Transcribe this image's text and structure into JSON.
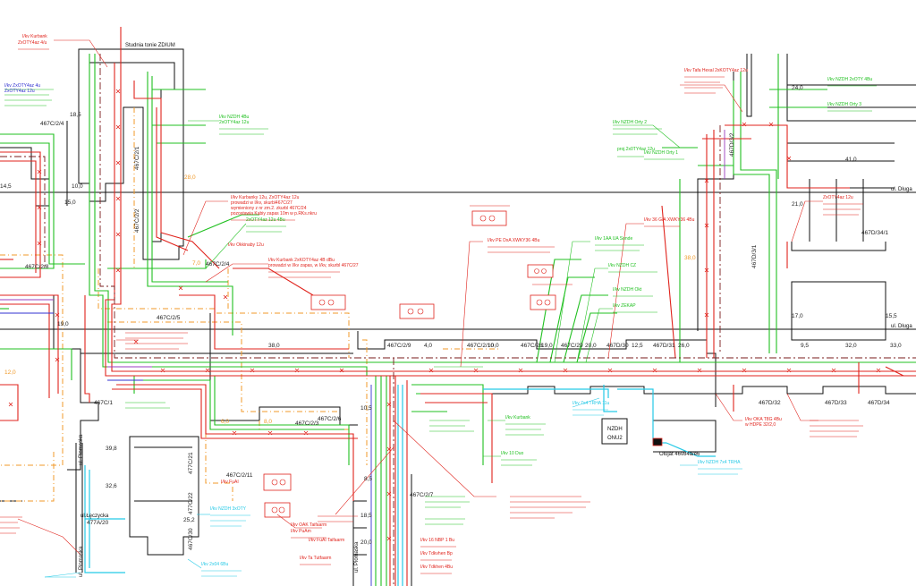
{
  "colors": {
    "network_red": "#e0231c",
    "network_green": "#20c020",
    "network_orange": "#f09a2a",
    "network_cyan": "#25c9e6",
    "network_blue": "#3030d0",
    "network_purple": "#9a3cc0",
    "building": "#111111"
  },
  "streets": {
    "dluga_top": "ul. Długa",
    "dluga_mid": "ul. Długa",
    "leczycka": "ul.Łęczycka",
    "piomazka": "ul. Piomaska"
  },
  "plot_labels": {
    "c204": "467C/2/4",
    "c1": "467C/1",
    "c2": "467C/2",
    "c21": "467C/2/1",
    "c22": "467C/2/2",
    "c23": "467C/2/3",
    "c24": "467C/2/4",
    "c25": "467C/2/5",
    "c26": "467C/2/6",
    "c27": "467C/2/7",
    "c28": "467C/2/8",
    "c29": "467C/2/9",
    "c210": "467C/2/10",
    "c211": "467C/2/11",
    "c30": "467C/30",
    "c29b": "467C/29",
    "c28b": "467C/28",
    "d30": "467D/30",
    "d31": "467D/31",
    "d32": "467D/32",
    "d33": "467D/33",
    "d34": "467D/34",
    "d34_1": "467D/34/1",
    "d3_1": "467D/3/1",
    "d3_2": "467D/3/2",
    "fa20": "477A/20",
    "c21b": "477C/21",
    "c22b": "477C/22"
  },
  "dimensions": {
    "d185": "18,5",
    "d100": "10,0",
    "d150": "15,0",
    "d145": "14,5",
    "d190": "19,0",
    "d380": "38,0",
    "d40": "4,0",
    "d100b": "10,0",
    "d190b": "19,0",
    "d200": "20,0",
    "d125": "12,5",
    "d260": "26,0",
    "d95": "9,5",
    "d320": "32,0",
    "d330": "33,0",
    "d240": "24,0",
    "d410": "41,0",
    "d210": "21,0",
    "d170": "17,0",
    "d155": "15,5",
    "d390": "39,8",
    "d326": "32,6",
    "d252": "25,2",
    "d105": "10,5",
    "d85": "8,5",
    "d185b": "18,5",
    "d200b": "20,0",
    "d280": "28,0",
    "d380b": "38,0",
    "d120": "12,0",
    "d70": "7,0",
    "d80": "8,0",
    "d60": "6,0"
  },
  "building_names": {
    "studnia": "Studnia tonie ZDIUM",
    "nzdh": "NZDH",
    "onu2": "ONU2",
    "obujat": "Olujat 46v84a/e6"
  },
  "annotations_red": [
    "I/kv Kurbank",
    "ZxOTY4az 4/u",
    "I/kv Kurbanky 12u, ZxOTY4az 12u",
    "prowadzi w I/kv, skurbl467C/27",
    "wymieniony z nr zm.2. zkurbl 467C/24",
    "pozostawia Kabiy zapas 10m w p.RKs.nkru",
    "I/kv Kurbank 2xKOTY4az 4B dBu",
    "prowadzi w I/kv zapas, w I/kv, skurbl 467C/27",
    "I/kv PE DxA XWKY36 4Bu",
    "I/kv Tafa Hexal 2xKOTY4az 12u",
    "ZxOTY4az 12u",
    "I/kv 36 G/A XWKY36 4Bu",
    "I/kv OKA T8G 4Bu",
    "w HDPE 32/2,0",
    "I/kv Okkinaby 12u",
    "I/kv FuAI",
    "I/kv OAK Taifaarm",
    "I/kv Ta Tutfaarm",
    "I/kv FuAI Taifaarm",
    "I/kv PuAm",
    "I/kv 16 NBP 1 Bu",
    "I/kv Tdkvhen Bp",
    "I/kv Tdkhen 4Bu"
  ],
  "annotations_green": [
    "I/kv NZDH 4Bu",
    "2xOTY4az 12u",
    "I/kv NZDH 2xOTY 4Bu",
    "I/kv NZDH Orty 3",
    "I/kv NZDH Orty 2",
    "I/kv NZDH Orty 1",
    "proj.2x0TY4az 12u",
    "I/kv 1AA UA Sonde",
    "I/kv NZDH CZ",
    "I/kv NZDH Okt",
    "I/kv ZEKAP",
    "I/kv Kurbank",
    "I/kv 10 Duo",
    "2xOTY4az 12u 4Bu"
  ],
  "annotations_cyan": [
    "I/kv 7x4 TRHA 11u",
    "I/kv NZDH 7x4 TRHA",
    "I/kv NZDH 3xOTY",
    "I/kv 2x04 6Bu"
  ],
  "annotations_blue": [
    "I/kv ZxOTY4az 4u",
    "ZxOTY4az 12u"
  ]
}
